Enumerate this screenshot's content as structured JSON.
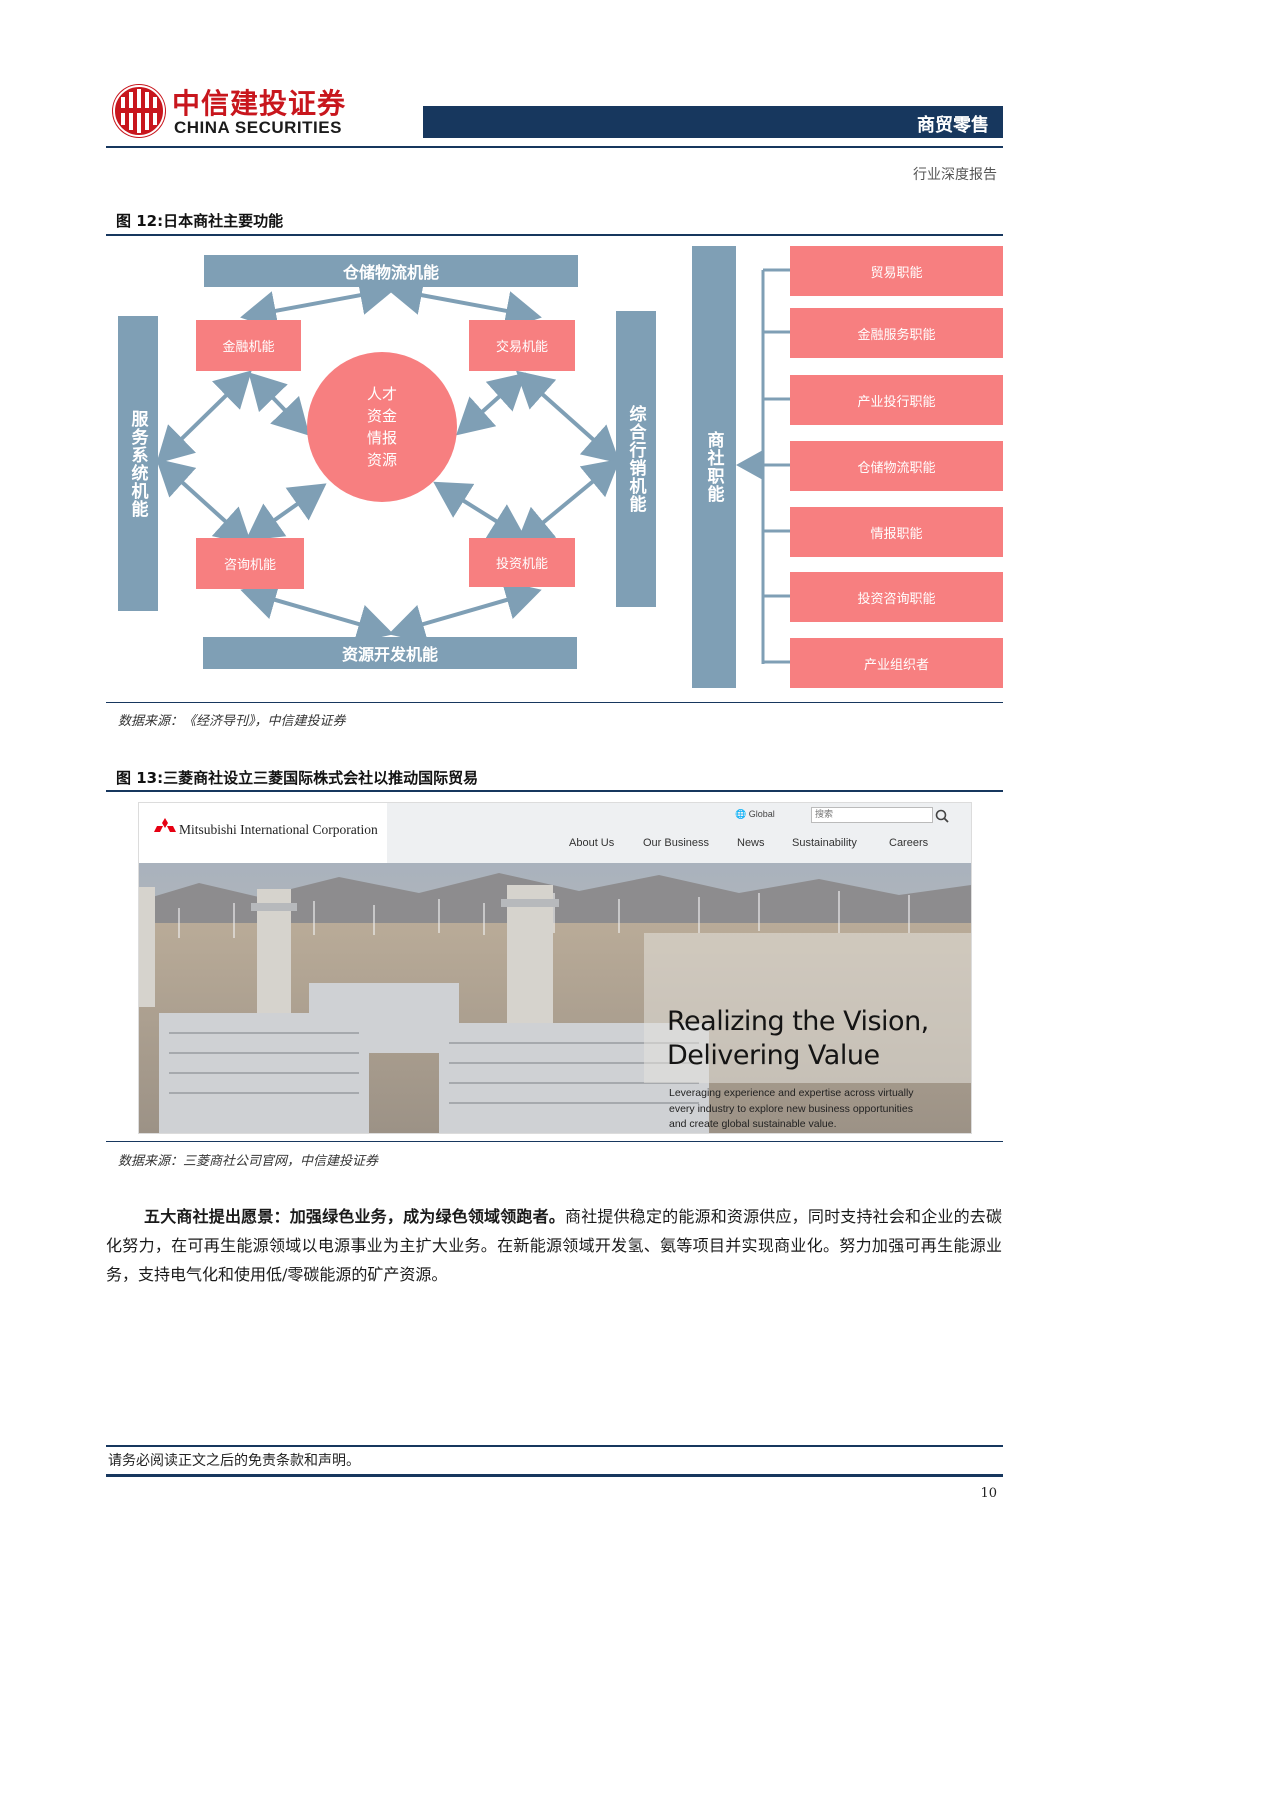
{
  "header": {
    "logo_cn": "中信建投证券",
    "logo_en": "CHINA SECURITIES",
    "sector": "商贸零售",
    "report_type": "行业深度报告"
  },
  "figure12": {
    "title": "图 12:日本商社主要功能",
    "top_bar": "仓储物流机能",
    "bottom_bar": "资源开发机能",
    "left_bar": "服务系统机能",
    "right_bar": "综合行销机能",
    "box_top_left": "金融机能",
    "box_top_right": "交易机能",
    "box_bottom_left": "咨询机能",
    "box_bottom_right": "投资机能",
    "center_lines": [
      "人才",
      "资金",
      "情报",
      "资源"
    ],
    "functions_bar": "商社职能",
    "functions": [
      "贸易职能",
      "金融服务职能",
      "产业投行职能",
      "仓储物流职能",
      "情报职能",
      "投资咨询职能",
      "产业组织者"
    ],
    "source": "数据来源：《经济导刊》，中信建投证券"
  },
  "figure13": {
    "title": "图 13:三菱商社设立三菱国际株式会社以推动国际贸易",
    "site": {
      "brand": "Mitsubishi International Corporation",
      "global_label": "Global",
      "search_placeholder": "搜索",
      "nav": [
        "About Us",
        "Our Business",
        "News",
        "Sustainability",
        "Careers"
      ],
      "hero_title_1": "Realizing the Vision,",
      "hero_title_2": "Delivering Value",
      "hero_sub_1": "Leveraging experience and expertise across virtually",
      "hero_sub_2": "every industry to explore new business opportunities",
      "hero_sub_3": "and create global sustainable value."
    },
    "source": "数据来源：三菱商社公司官网，中信建投证券"
  },
  "paragraph": {
    "lead": "五大商社提出愿景：加强绿色业务，成为绿色领域领跑者。",
    "body": "商社提供稳定的能源和资源供应，同时支持社会和企业的去碳化努力，在可再生能源领域以电源事业为主扩大业务。在新能源领域开发氢、氨等项目并实现商业化。努力加强可再生能源业务，支持电气化和使用低/零碳能源的矿产资源。"
  },
  "footer": {
    "disclaimer": "请务必阅读正文之后的免责条款和声明。",
    "page_number": "10"
  },
  "colors": {
    "navy": "#17375e",
    "steel_blue": "#7f9fb5",
    "salmon": "#f77f80",
    "brand_red": "#c8161d"
  }
}
